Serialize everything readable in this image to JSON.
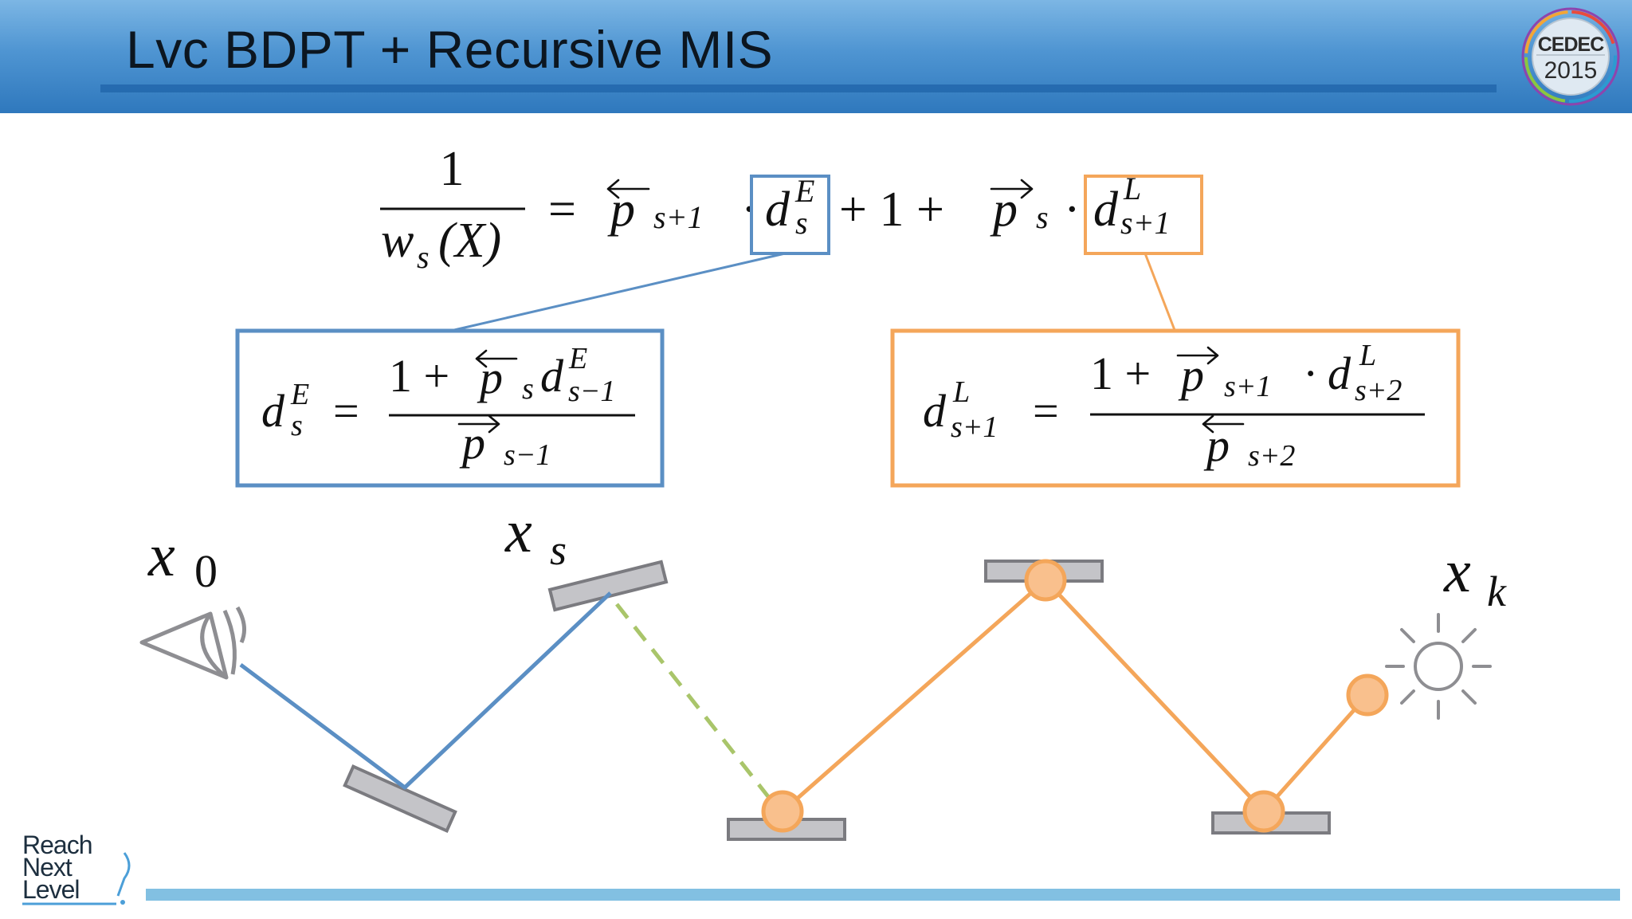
{
  "slide": {
    "title": "Lvc BDPT + Recursive MIS"
  },
  "logo": {
    "event_name": "CEDEC",
    "year": "2015",
    "ring_colors": [
      "#e94b3c",
      "#f4a535",
      "#8cc63f",
      "#2c9ad1",
      "#8e44ad"
    ]
  },
  "footer_logo": {
    "line1": "Reach",
    "line2": "Next",
    "line3": "Level"
  },
  "equations": {
    "main": {
      "numerator": "1",
      "denominator": "w",
      "denominator_sub": "s",
      "denominator_arg": "(X)",
      "equals": "=",
      "p_back": "p",
      "p_back_sub": "s+1",
      "dot": "·",
      "dE": "d",
      "dE_sup": "E",
      "dE_sub": "s",
      "plus_one": "+ 1 +",
      "p_fwd": "p",
      "p_fwd_sub": "s",
      "dL": "d",
      "dL_sup": "L",
      "dL_sub": "s+1"
    },
    "eye_recursion": {
      "lhs": "d",
      "lhs_sup": "E",
      "lhs_sub": "s",
      "equals": "=",
      "num_prefix": "1 +",
      "num_p": "p",
      "num_p_sub": "s",
      "num_d": "d",
      "num_d_sup": "E",
      "num_d_sub": "s−1",
      "den_p": "p",
      "den_p_sub": "s−1"
    },
    "light_recursion": {
      "lhs": "d",
      "lhs_sup": "L",
      "lhs_sub": "s+1",
      "equals": "=",
      "num_prefix": "1 +",
      "num_p": "p",
      "num_p_sub": "s+1",
      "num_dot": "·",
      "num_d": "d",
      "num_d_sup": "L",
      "num_d_sub": "s+2",
      "den_p": "p",
      "den_p_sub": "s+2"
    }
  },
  "path_labels": {
    "x0": "x",
    "x0_sub": "0",
    "xs": "x",
    "xs_sub": "s",
    "xk": "x",
    "xk_sub": "k"
  },
  "colors": {
    "eye_path": "#5b8fc4",
    "light_path": "#f4a65a",
    "connection": "#a9c56a",
    "vertex_fill": "#f9c08d",
    "surface": "#c4c4c8",
    "surface_stroke": "#7b7b80"
  }
}
